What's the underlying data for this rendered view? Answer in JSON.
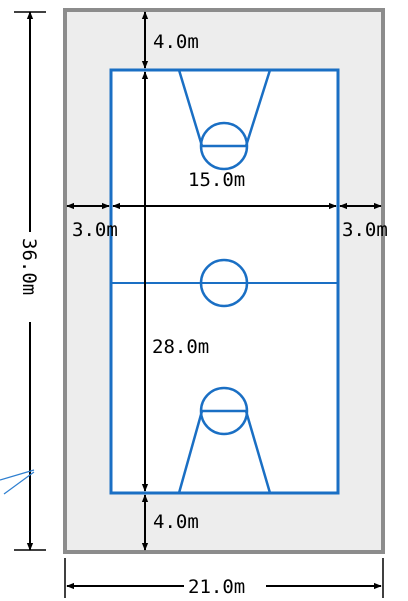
{
  "diagram": {
    "dimensions": {
      "top_gap": "4.0m",
      "bottom_gap": "4.0m",
      "court_width": "15.0m",
      "left_margin": "3.0m",
      "right_margin": "3.0m",
      "court_length": "28.0m",
      "total_length": "36.0m",
      "total_width": "21.0m"
    },
    "colors": {
      "court_line": "#1a6fc4",
      "outer_area": "#ededed",
      "outer_border": "#8c8c8c",
      "court_floor": "#ffffff",
      "text": "#000000",
      "accent_line": "#2e7fd0"
    }
  }
}
